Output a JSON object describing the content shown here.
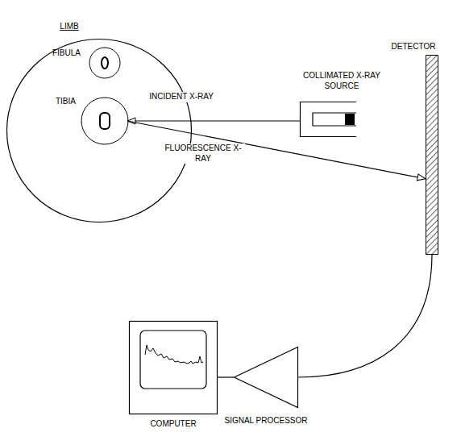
{
  "diagram": {
    "nodes": [
      {
        "text": [
          "LIMB"
        ]
      },
      {
        "text": [
          "FIBULA"
        ],
        "in": 0
      },
      {
        "text": [
          "TIBIA"
        ],
        "in": 0
      },
      {
        "text": [
          "DETECTOR"
        ]
      },
      {
        "text": [
          "COLLIMATED X-RAY SOURCE"
        ]
      },
      {
        "text": [
          "SIGNAL PROCESSOR"
        ]
      },
      {
        "text": [
          "COMPUTER"
        ]
      }
    ],
    "edges": [
      {
        "from": 4,
        "to": 2,
        "arrow": "to",
        "label": "INCIDENT X-RAY"
      },
      {
        "from": 2,
        "to": 3,
        "arrow": "to",
        "label": "FLUORESCENCE X-RAY"
      },
      {
        "from": 3,
        "to": 5,
        "arrow": "none"
      },
      {
        "from": 5,
        "to": 6,
        "arrow": "none"
      }
    ]
  }
}
